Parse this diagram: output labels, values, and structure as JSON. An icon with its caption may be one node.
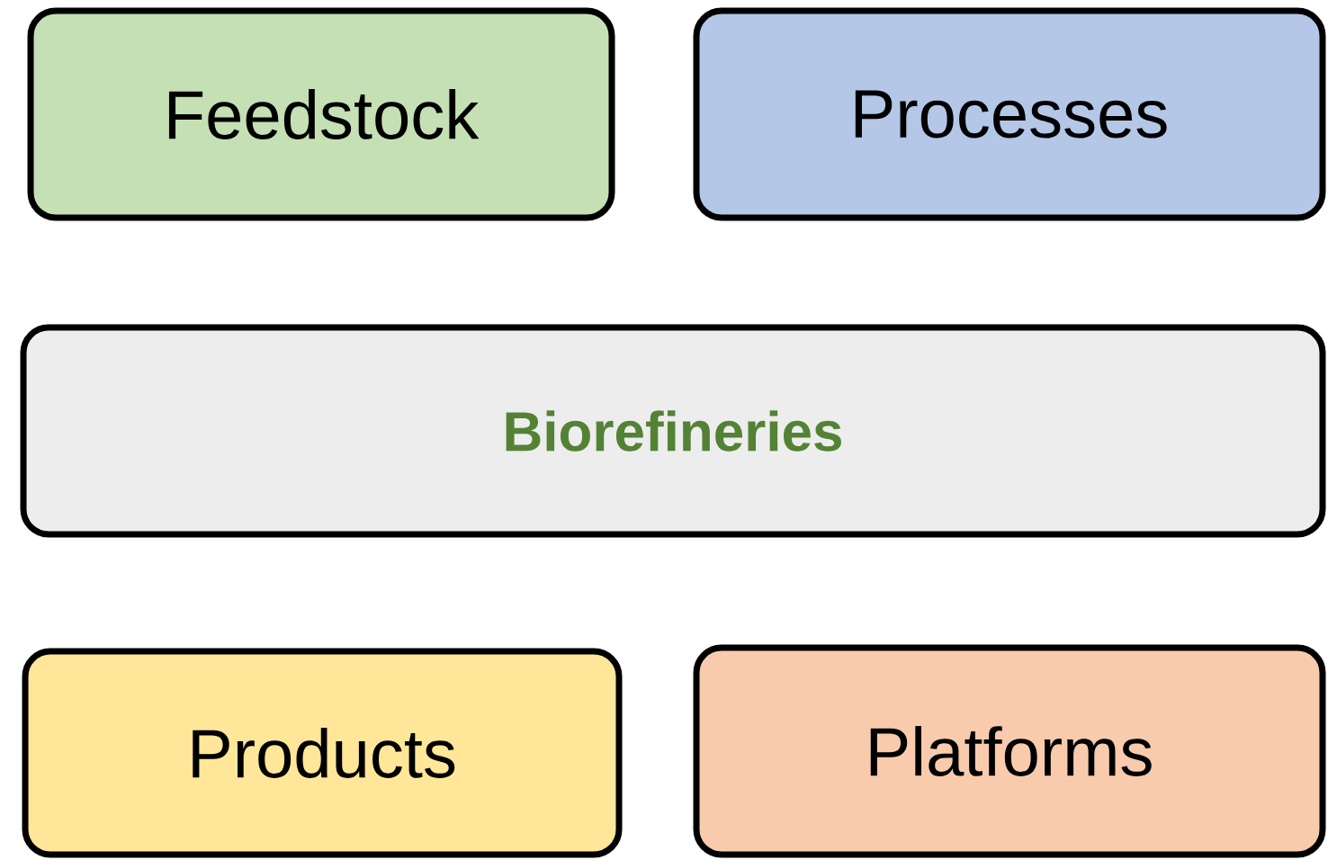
{
  "diagram": {
    "nodes": [
      {
        "text": [
          "Feedstock"
        ]
      },
      {
        "text": [
          "Processes"
        ]
      },
      {
        "text": [
          "Biorefineries"
        ]
      },
      {
        "text": [
          "Products"
        ]
      },
      {
        "text": [
          "Platforms"
        ]
      }
    ]
  }
}
